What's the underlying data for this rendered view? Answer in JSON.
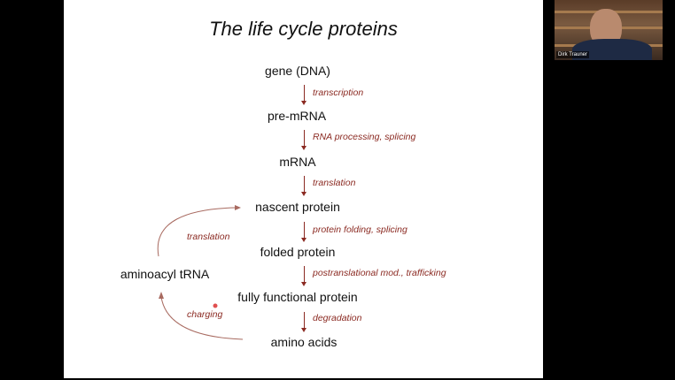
{
  "slide": {
    "title": "The life cycle proteins",
    "nodes": [
      "gene (DNA)",
      "pre-mRNA",
      "mRNA",
      "nascent protein",
      "folded protein",
      "fully functional protein",
      "amino acids"
    ],
    "steps": [
      "transcription",
      "RNA processing, splicing",
      "translation",
      "protein folding, splicing",
      "postranslational mod., trafficking",
      "degradation"
    ],
    "side_node": "aminoacyl tRNA",
    "cycle_labels": {
      "upper": "translation",
      "lower": "charging"
    },
    "accent_color": "#8b2a22"
  },
  "video": {
    "participant_name": "Dirk Trauner"
  }
}
